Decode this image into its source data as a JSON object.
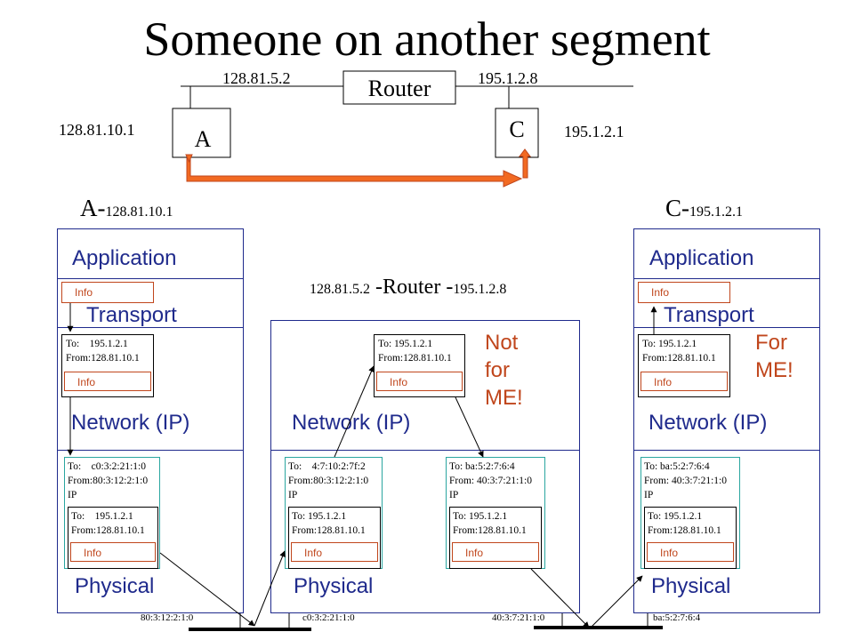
{
  "title": "Someone on another segment",
  "top": {
    "router_label": "Router",
    "router_ip_left": "128.81.5.2",
    "router_ip_right": "195.1.2.8",
    "host_a_label": "A",
    "host_a_ip": "128.81.10.1",
    "host_c_label": "C",
    "host_c_ip": "195.1.2.1"
  },
  "stacks": {
    "a": {
      "head_main": "A-",
      "head_sub": "128.81.10.1"
    },
    "router": {
      "head_sub_left": "128.81.5.2",
      "head_main": " -Router -",
      "head_sub_right": "195.1.2.8"
    },
    "c": {
      "head_main": "C-",
      "head_sub": "195.1.2.1"
    }
  },
  "layers": {
    "application": "Application",
    "transport": "Transport",
    "network": "Network (IP)",
    "physical": "Physical"
  },
  "info_label": "Info",
  "packets": {
    "a_transport": "To:    195.1.2.1\nFrom:128.81.10.1",
    "a_frame": "To:    c0:3:2:21:1:0\nFrom:80:3:12:2:1:0\nIP",
    "a_frame_inner": "To:    195.1.2.1\nFrom:128.81.10.1",
    "r_network": "To: 195.1.2.1\nFrom:128.81.10.1",
    "r_frame_in": "To:    4:7:10:2:7f:2\nFrom:80:3:12:2:1:0\nIP",
    "r_frame_in_inner": "To: 195.1.2.1\nFrom:128.81.10.1",
    "r_frame_out": "To: ba:5:2:7:6:4\nFrom: 40:3:7:21:1:0\nIP",
    "r_frame_out_inner": "To: 195.1.2.1\nFrom:128.81.10.1",
    "c_transport": "To: 195.1.2.1\nFrom:128.81.10.1",
    "c_frame": "To: ba:5:2:7:6:4\nFrom: 40:3:7:21:1:0\nIP",
    "c_frame_inner": "To: 195.1.2.1\nFrom:128.81.10.1"
  },
  "notes": {
    "router": "Not\nfor\nME!",
    "c": "For\nME!"
  },
  "macs": {
    "a": "80:3:12:2:1:0",
    "router_left": "c0:3:2:21:1:0",
    "router_right": "40:3:7:21:1:0",
    "c": "ba:5:2:7:6:4"
  },
  "colors": {
    "stack_border": "#1f2a8c",
    "info": "#c0461c",
    "frame": "#2aa6a0",
    "arrow_fill": "#f26a22"
  }
}
